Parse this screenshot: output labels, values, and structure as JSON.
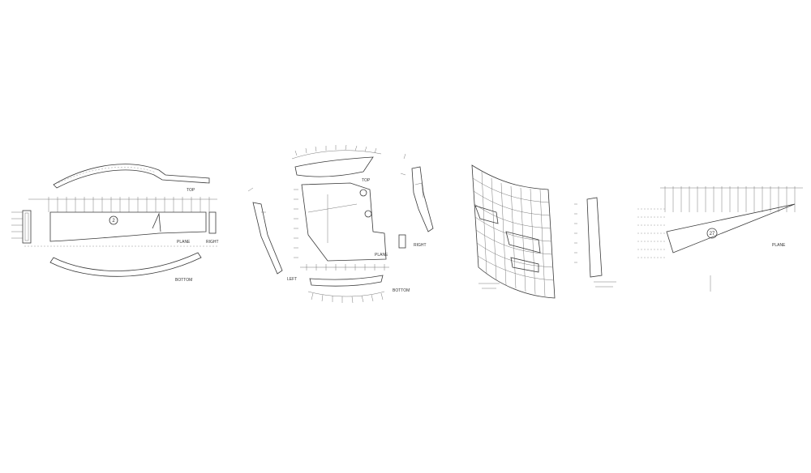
{
  "panels": [
    {
      "part_number": "2",
      "view_labels": [
        "TOP",
        "PLANE",
        "RIGHT",
        "BOTTOM"
      ]
    },
    {
      "part_number": "",
      "view_labels": [
        "TOP",
        "PLANE",
        "RIGHT",
        "LEFT",
        "BOTTOM"
      ]
    },
    {
      "part_number": "",
      "view_labels": []
    },
    {
      "part_number": "27",
      "view_labels": [
        "PLANE"
      ]
    }
  ]
}
